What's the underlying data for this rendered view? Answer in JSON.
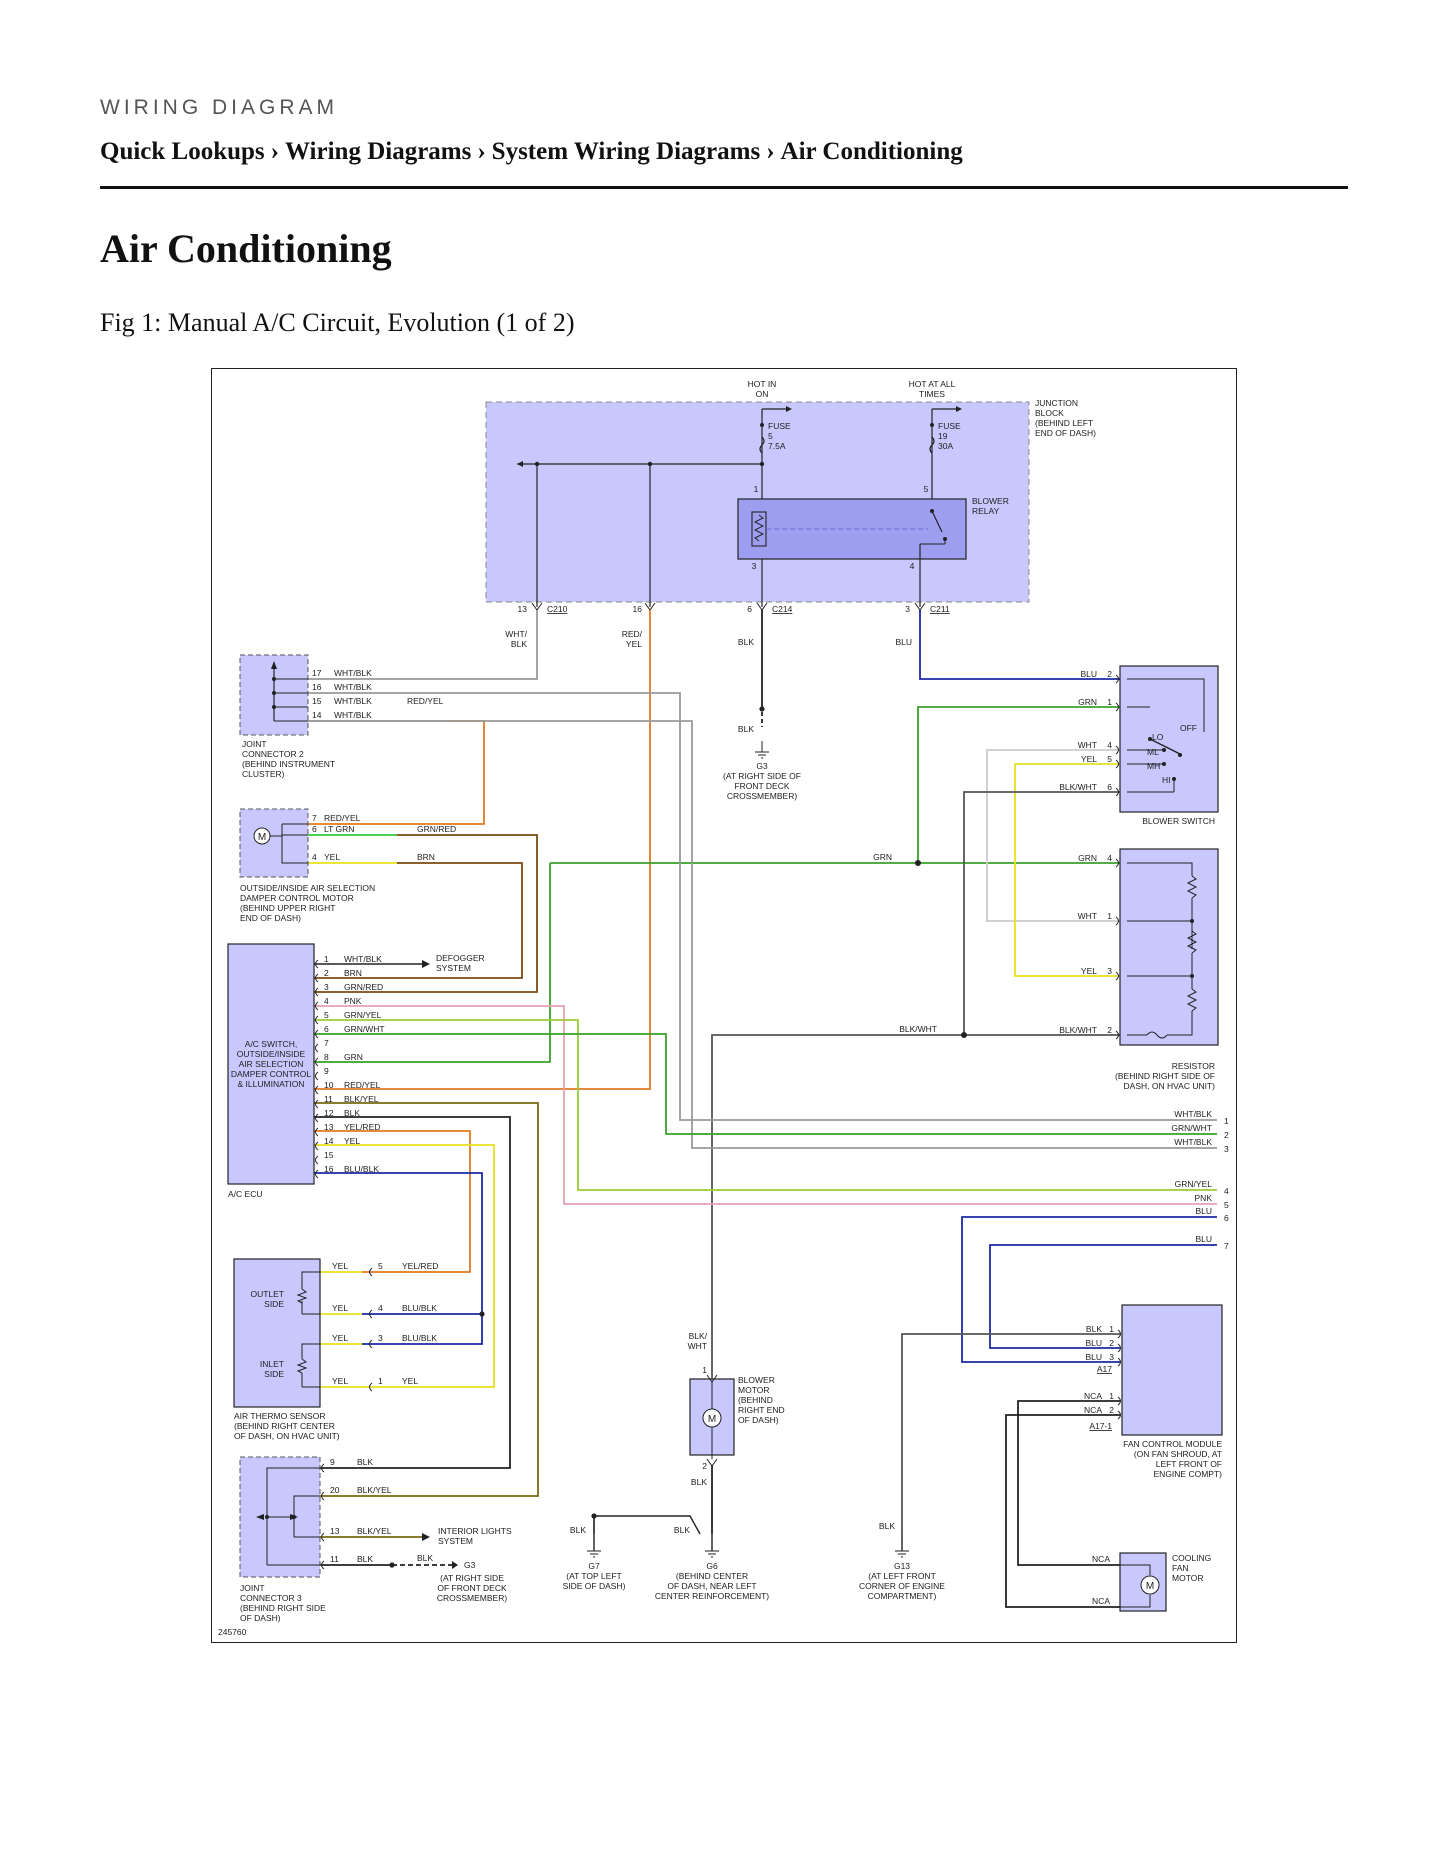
{
  "header": {
    "kicker": "WIRING DIAGRAM",
    "breadcrumb": [
      "Quick Lookups",
      "Wiring Diagrams",
      "System Wiring Diagrams",
      "Air Conditioning"
    ],
    "separator": "›"
  },
  "page_title": "Air Conditioning",
  "figure_caption": "Fig 1: Manual A/C Circuit, Evolution (1 of 2)",
  "diagram": {
    "figure_id": "245760",
    "colors": {
      "component_fill": "#c8c8ff",
      "wire_orange": "#e07a1e",
      "wire_green": "#3aa12a",
      "wire_blue": "#1a2aa8",
      "wire_yellow": "#e8e020",
      "wire_brown": "#7a4a10",
      "wire_gray": "#999999",
      "wire_pink": "#e8a0b0",
      "wire_black": "#222222"
    },
    "junction_block": {
      "label": [
        "JUNCTION",
        "BLOCK",
        "(BEHIND LEFT",
        "END OF DASH)"
      ],
      "hot_in_on": [
        "HOT IN",
        "ON"
      ],
      "hot_at_all_times": [
        "HOT AT ALL",
        "TIMES"
      ],
      "fuse5": [
        "FUSE",
        "5",
        "7.5A"
      ],
      "fuse19": [
        "FUSE",
        "19",
        "30A"
      ],
      "relay_label": [
        "BLOWER",
        "RELAY"
      ],
      "relay_pins": [
        "1",
        "5",
        "3",
        "4"
      ]
    },
    "connectors": [
      {
        "pin": "13",
        "name": "C210"
      },
      {
        "pin": "16",
        "name": ""
      },
      {
        "pin": "6",
        "name": "C214"
      },
      {
        "pin": "3",
        "name": "C211"
      }
    ],
    "top_wires": {
      "c210_color": [
        "WHT/",
        "BLK"
      ],
      "c16_color": [
        "RED/",
        "YEL"
      ],
      "c214_color": "BLK",
      "c211_color": "BLU"
    },
    "ground_g3_top": {
      "wire": "BLK",
      "name": "G3",
      "location": [
        "(AT RIGHT SIDE OF",
        "FRONT DECK",
        "CROSSMEMBER)"
      ]
    },
    "joint_connector_2": {
      "label": [
        "JOINT",
        "CONNECTOR 2",
        "(BEHIND INSTRUMENT",
        "CLUSTER)"
      ],
      "pins": [
        {
          "pin": "17",
          "wire": "WHT/BLK"
        },
        {
          "pin": "16",
          "wire": "WHT/BLK"
        },
        {
          "pin": "15",
          "wire": "WHT/BLK"
        },
        {
          "pin": "14",
          "wire": "WHT/BLK"
        }
      ],
      "splice_wire": "RED/YEL"
    },
    "damper_motor": {
      "label": [
        "OUTSIDE/INSIDE AIR SELECTION",
        "DAMPER CONTROL MOTOR",
        "(BEHIND UPPER RIGHT",
        "END OF DASH)"
      ],
      "motor": "M",
      "pins": [
        {
          "pin": "7",
          "wire": "RED/YEL"
        },
        {
          "pin": "6",
          "wire": "LT GRN",
          "mate": "GRN/RED"
        },
        {
          "pin": "4",
          "wire": "YEL",
          "mate": "BRN"
        }
      ]
    },
    "ac_ecu": {
      "inner_label": [
        "A/C SWITCH,",
        "OUTSIDE/INSIDE",
        "AIR SELECTION",
        "DAMPER CONTROL",
        "& ILLUMINATION"
      ],
      "label": "A/C ECU",
      "defogger": [
        "DEFOGGER",
        "SYSTEM"
      ],
      "pins": [
        {
          "pin": "1",
          "wire": "WHT/BLK"
        },
        {
          "pin": "2",
          "wire": "BRN"
        },
        {
          "pin": "3",
          "wire": "GRN/RED"
        },
        {
          "pin": "4",
          "wire": "PNK"
        },
        {
          "pin": "5",
          "wire": "GRN/YEL"
        },
        {
          "pin": "6",
          "wire": "GRN/WHT"
        },
        {
          "pin": "7",
          "wire": ""
        },
        {
          "pin": "8",
          "wire": "GRN"
        },
        {
          "pin": "9",
          "wire": ""
        },
        {
          "pin": "10",
          "wire": "RED/YEL"
        },
        {
          "pin": "11",
          "wire": "BLK/YEL"
        },
        {
          "pin": "12",
          "wire": "BLK"
        },
        {
          "pin": "13",
          "wire": "YEL/RED"
        },
        {
          "pin": "14",
          "wire": "YEL"
        },
        {
          "pin": "15",
          "wire": ""
        },
        {
          "pin": "16",
          "wire": "BLU/BLK"
        }
      ]
    },
    "blower_switch": {
      "label": "BLOWER SWITCH",
      "positions": [
        "OFF",
        "LO",
        "ML",
        "MH",
        "HI"
      ],
      "pins": [
        {
          "pin": "2",
          "wire": "BLU"
        },
        {
          "pin": "1",
          "wire": "GRN"
        },
        {
          "pin": "4",
          "wire": "WHT"
        },
        {
          "pin": "5",
          "wire": "YEL"
        },
        {
          "pin": "6",
          "wire": "BLK/WHT"
        }
      ]
    },
    "resistor": {
      "label": [
        "RESISTOR",
        "(BEHIND RIGHT SIDE OF",
        "DASH, ON HVAC UNIT)"
      ],
      "grn_wire": "GRN",
      "blkwht_wire": "BLK/WHT",
      "pins": [
        {
          "pin": "4",
          "wire": "GRN"
        },
        {
          "pin": "1",
          "wire": "WHT"
        },
        {
          "pin": "3",
          "wire": "YEL"
        },
        {
          "pin": "2",
          "wire": "BLK/WHT"
        }
      ]
    },
    "right_offpage": [
      {
        "wire": "WHT/BLK",
        "ref": "1"
      },
      {
        "wire": "GRN/WHT",
        "ref": "2"
      },
      {
        "wire": "WHT/BLK",
        "ref": "3"
      },
      {
        "wire": "GRN/YEL",
        "ref": "4"
      },
      {
        "wire": "PNK",
        "ref": "5"
      },
      {
        "wire": "BLU",
        "ref": "6"
      },
      {
        "wire": "BLU",
        "ref": "7"
      }
    ],
    "air_thermo_sensor": {
      "label": [
        "AIR THERMO SENSOR",
        "(BEHIND RIGHT CENTER",
        "OF DASH, ON HVAC UNIT)"
      ],
      "outlet": [
        "OUTLET",
        "SIDE"
      ],
      "inlet": [
        "INLET",
        "SIDE"
      ],
      "pins": [
        {
          "pin": "5",
          "wire": "YEL",
          "mate": "YEL/RED"
        },
        {
          "pin": "4",
          "wire": "YEL",
          "mate": "BLU/BLK"
        },
        {
          "pin": "3",
          "wire": "YEL",
          "mate": "BLU/BLK"
        },
        {
          "pin": "1",
          "wire": "YEL",
          "mate": "YEL"
        }
      ]
    },
    "blower_motor": {
      "label": [
        "BLOWER",
        "MOTOR",
        "(BEHIND",
        "RIGHT END",
        "OF DASH)"
      ],
      "motor": "M",
      "top_wire": [
        "BLK/",
        "WHT"
      ],
      "pins": [
        "1",
        "2"
      ],
      "bottom_wire": "BLK"
    },
    "joint_connector_3": {
      "label": [
        "JOINT",
        "CONNECTOR 3",
        "(BEHIND RIGHT SIDE",
        "OF DASH)"
      ],
      "pins": [
        {
          "pin": "9",
          "wire": "BLK"
        },
        {
          "pin": "20",
          "wire": "BLK/YEL"
        },
        {
          "pin": "13",
          "wire": "BLK/YEL"
        },
        {
          "pin": "11",
          "wire": "BLK"
        }
      ],
      "interior_lights": [
        "INTERIOR LIGHTS",
        "SYSTEM"
      ],
      "g3_wire": "BLK",
      "g3_name": "G3",
      "g3_location": [
        "(AT RIGHT SIDE",
        "OF FRONT DECK",
        "CROSSMEMBER)"
      ]
    },
    "grounds": [
      {
        "name": "G7",
        "wire": "BLK",
        "location": [
          "(AT TOP LEFT",
          "SIDE OF DASH)"
        ]
      },
      {
        "name": "G6",
        "wire": "BLK",
        "location": [
          "(BEHIND CENTER",
          "OF DASH, NEAR LEFT",
          "CENTER REINFORCEMENT)"
        ]
      },
      {
        "name": "G13",
        "wire": "BLK",
        "location": [
          "(AT LEFT FRONT",
          "CORNER OF ENGINE",
          "COMPARTMENT)"
        ]
      }
    ],
    "fan_control_module": {
      "label": [
        "FAN CONTROL MODULE",
        "(ON FAN SHROUD, AT",
        "LEFT FRONT OF",
        "ENGINE COMPT)"
      ],
      "conn_a17": "A17",
      "conn_a17_1": "A17-1",
      "pins_a17": [
        {
          "pin": "1",
          "wire": "BLK"
        },
        {
          "pin": "2",
          "wire": "BLU"
        },
        {
          "pin": "3",
          "wire": "BLU"
        }
      ],
      "pins_a17_1": [
        {
          "pin": "1",
          "wire": "NCA"
        },
        {
          "pin": "2",
          "wire": "NCA"
        }
      ]
    },
    "cooling_fan_motor": {
      "label": [
        "COOLING",
        "FAN",
        "MOTOR"
      ],
      "motor": "M",
      "wires": [
        "NCA",
        "NCA"
      ]
    }
  }
}
